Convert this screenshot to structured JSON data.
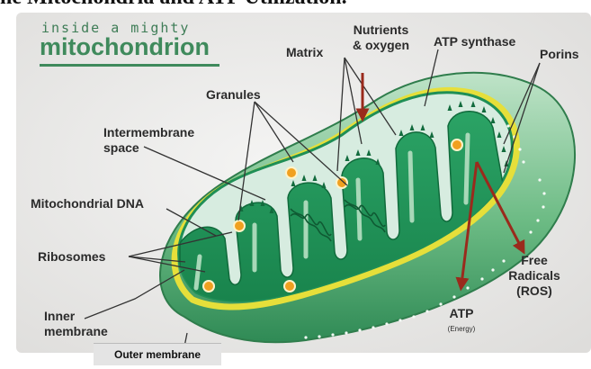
{
  "caption": "he Mitochondria and ATP Utilization.",
  "brand": {
    "small": "inside a mighty",
    "big": "mitochondrion"
  },
  "labels": {
    "nutrients_line1": "Nutrients",
    "nutrients_line2": "& oxygen",
    "atp_synthase": "ATP synthase",
    "matrix": "Matrix",
    "granules": "Granules",
    "porins": "Porins",
    "intermembrane_line1": "Intermembrane",
    "intermembrane_line2": "space",
    "mito_dna": "Mitochondrial DNA",
    "ribosomes": "Ribosomes",
    "inner_line1": "Inner",
    "inner_line2": "membrane",
    "free_radicals_line1": "Free",
    "free_radicals_line2": "Radicals",
    "free_radicals_line3": "(ROS)",
    "atp": "ATP",
    "atp_energy": "(Energy)",
    "outer_membrane": "Outer membrane"
  },
  "colors": {
    "background": "#ebebea",
    "outer_membrane": "#4aa36a",
    "yellow_band": "#e6df3a",
    "intermembrane": "#d7ece0",
    "cristae": "#1f8f56",
    "granule_fill": "#f0a020",
    "arrow": "#9a2a1c"
  }
}
